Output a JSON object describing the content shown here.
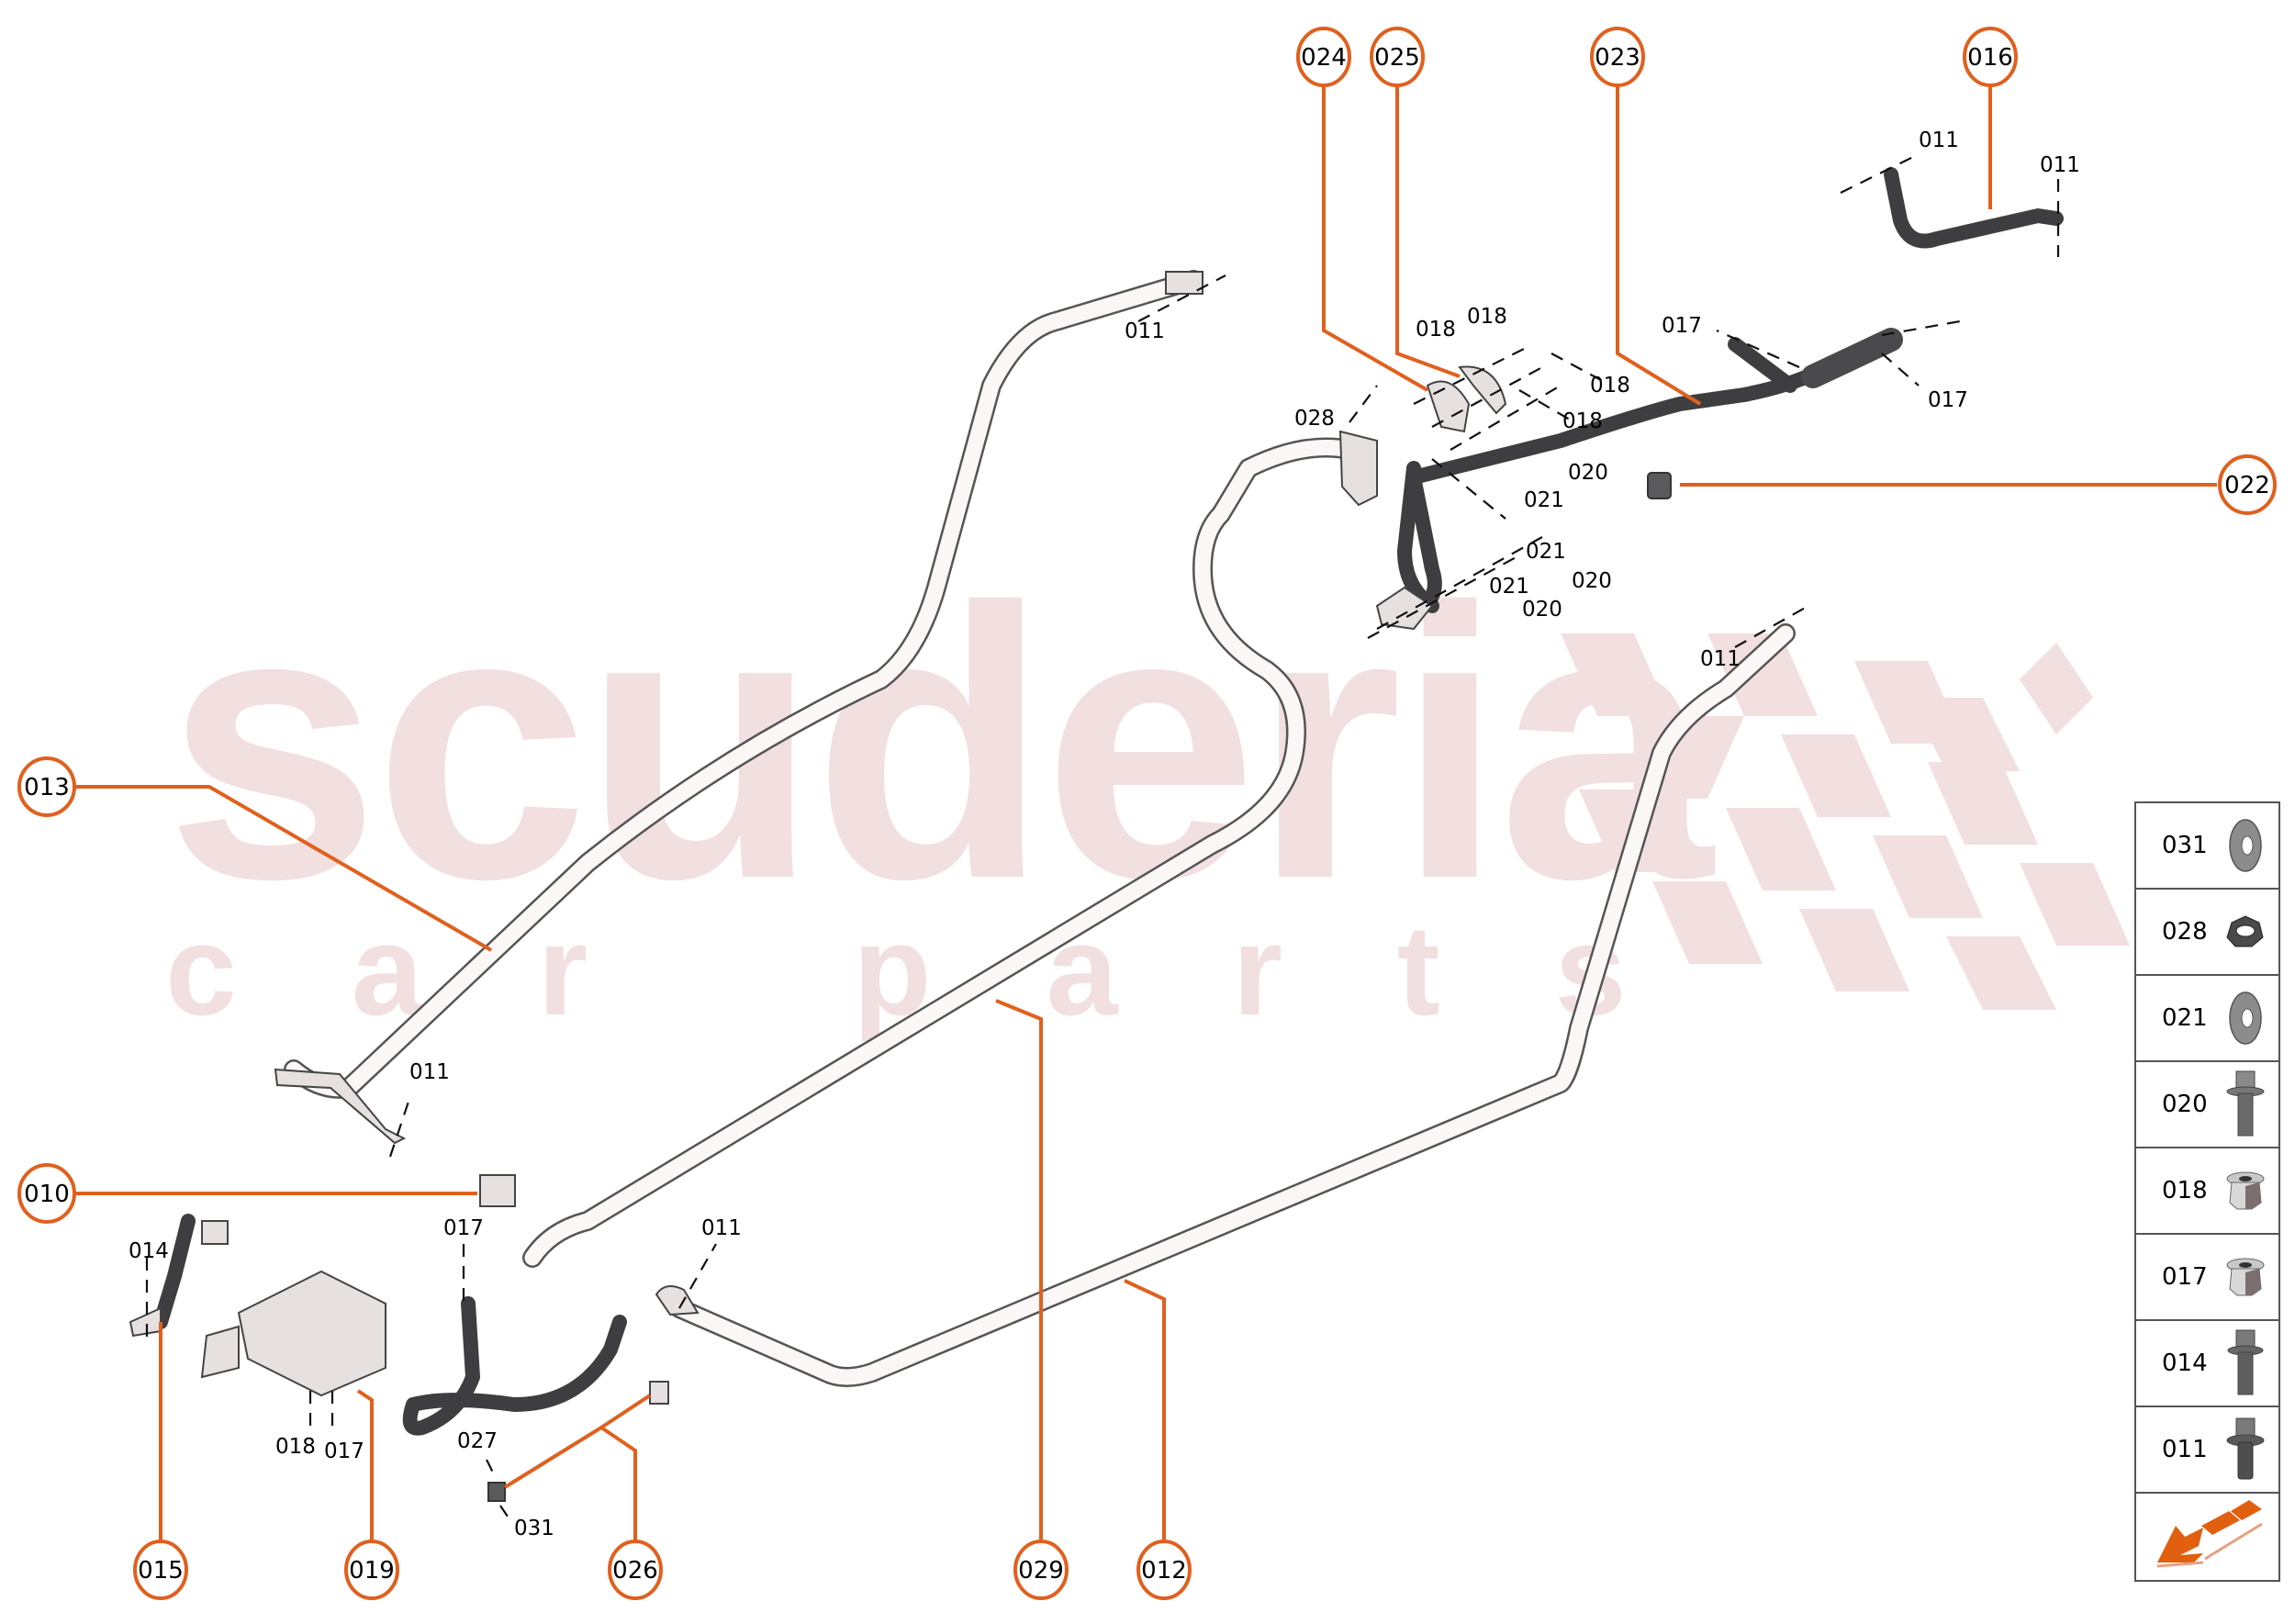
{
  "watermark": {
    "brand": "scuderia",
    "tagline": "car parts",
    "color": "#f2dfe0"
  },
  "colors": {
    "callout": "#e0601e",
    "line": "#555555",
    "harness": "#3e3e40",
    "legend_arrow": "#e06010"
  },
  "callouts": [
    {
      "id": "024",
      "label": "024"
    },
    {
      "id": "025",
      "label": "025"
    },
    {
      "id": "023",
      "label": "023"
    },
    {
      "id": "016",
      "label": "016"
    },
    {
      "id": "022",
      "label": "022"
    },
    {
      "id": "013",
      "label": "013"
    },
    {
      "id": "010",
      "label": "010"
    },
    {
      "id": "015",
      "label": "015"
    },
    {
      "id": "019",
      "label": "019"
    },
    {
      "id": "026",
      "label": "026"
    },
    {
      "id": "029",
      "label": "029"
    },
    {
      "id": "012",
      "label": "012"
    }
  ],
  "sub_labels": [
    {
      "text": "011"
    },
    {
      "text": "011"
    },
    {
      "text": "011"
    },
    {
      "text": "018"
    },
    {
      "text": "018"
    },
    {
      "text": "018"
    },
    {
      "text": "018"
    },
    {
      "text": "017"
    },
    {
      "text": "017"
    },
    {
      "text": "028"
    },
    {
      "text": "020"
    },
    {
      "text": "021"
    },
    {
      "text": "021"
    },
    {
      "text": "020"
    },
    {
      "text": "021"
    },
    {
      "text": "020"
    },
    {
      "text": "011"
    },
    {
      "text": "011"
    },
    {
      "text": "014"
    },
    {
      "text": "017"
    },
    {
      "text": "011"
    },
    {
      "text": "018"
    },
    {
      "text": "017"
    },
    {
      "text": "027"
    },
    {
      "text": "031"
    }
  ],
  "legend": {
    "items": [
      {
        "code": "031",
        "icon": "washer-icon"
      },
      {
        "code": "028",
        "icon": "hex-nut-icon"
      },
      {
        "code": "021",
        "icon": "washer-icon"
      },
      {
        "code": "020",
        "icon": "flange-bolt-icon"
      },
      {
        "code": "018",
        "icon": "flange-nut-icon"
      },
      {
        "code": "017",
        "icon": "flange-nut-icon"
      },
      {
        "code": "014",
        "icon": "flange-bolt-icon"
      },
      {
        "code": "011",
        "icon": "short-flange-bolt-icon"
      }
    ],
    "direction_icon": "front-direction-arrow-icon"
  }
}
